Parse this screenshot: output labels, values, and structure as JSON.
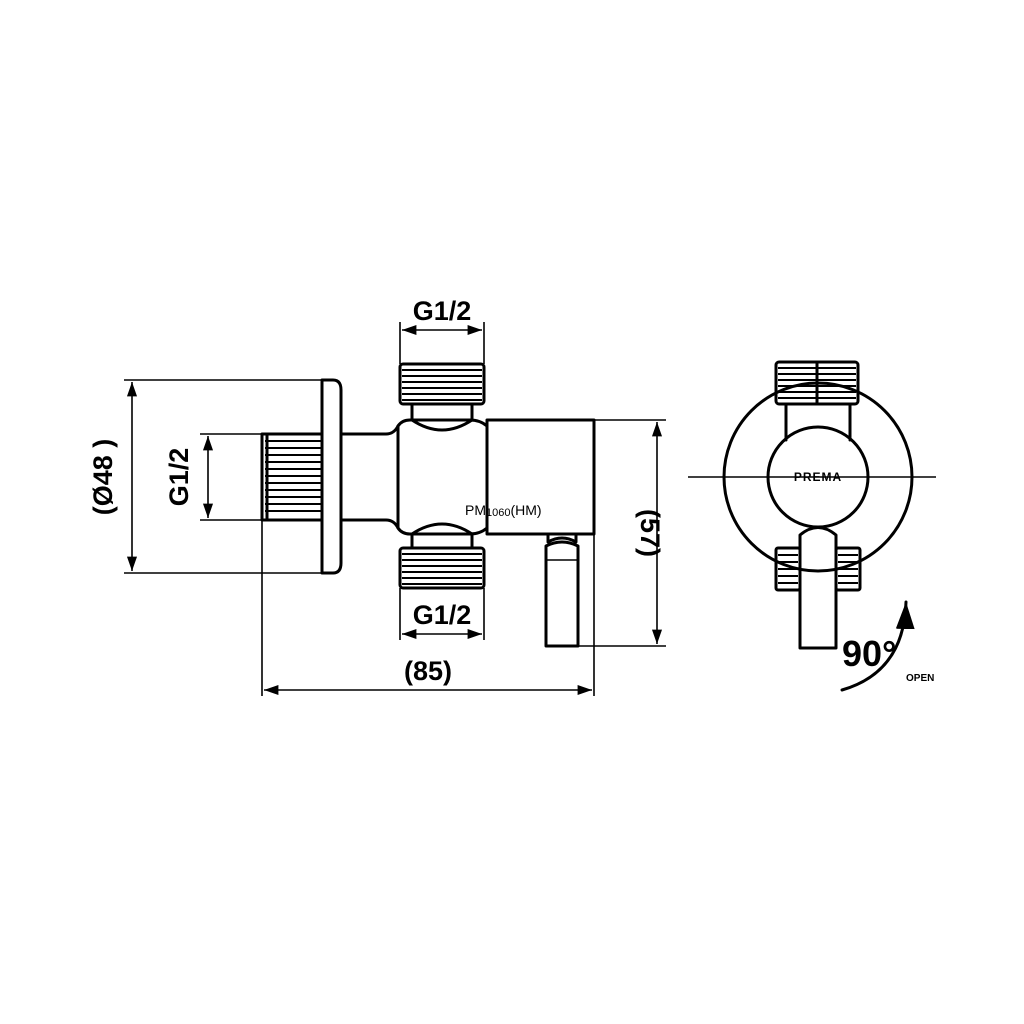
{
  "dimensions": {
    "top_thread": "G1/2",
    "bottom_thread": "G1/2",
    "inlet_thread": "G1/2",
    "flange_diameter": "(Ø48 )",
    "overall_length": "(85)",
    "overall_height": "(57)"
  },
  "model": {
    "prefix": "PM",
    "number": "1060",
    "suffix": "(HM)"
  },
  "side_view": {
    "brand": "PREMA",
    "rotation": "90°",
    "rotation_label": "OPEN"
  }
}
